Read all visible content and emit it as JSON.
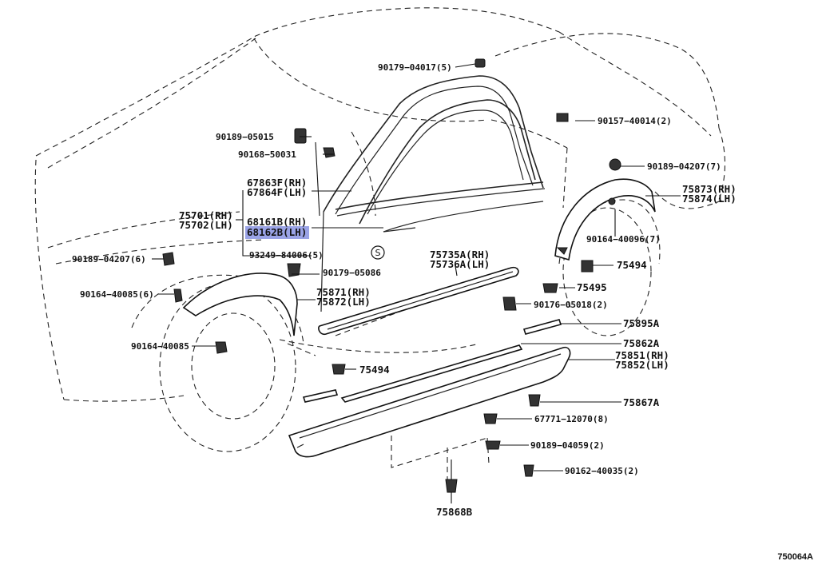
{
  "diagram": {
    "reference_code": "750064A",
    "symbol_s": "S",
    "highlight_color": "#9aa3e6",
    "labels": {
      "p90179_04017": "90179−04017(5)",
      "p90157_40014": "90157−40014(2)",
      "p90189_05015": "90189−05015",
      "p90168_50031": "90168−50031",
      "p90189_04207_7": "90189−04207(7)",
      "p67863F": "67863F(RH)",
      "p67864F": "67864F(LH)",
      "p75873": "75873(RH)",
      "p75874": "75874(LH)",
      "p75701": "75701(RH)",
      "p75702": "75702(LH)",
      "p68161B": "68161B(RH)",
      "p68162B": "68162B(LH)",
      "p90164_40096": "90164−40096(7)",
      "p90189_04207_6": "90189−04207(6)",
      "p93249_84006": "93249−84006(5)",
      "p75735A": "75735A(RH)",
      "p75736A": "75736A(LH)",
      "p75494_right": "75494",
      "p90179_05086": "90179−05086",
      "p75495": "75495",
      "p90164_40085_6": "90164−40085(6)",
      "p75871": "75871(RH)",
      "p75872": "75872(LH)",
      "p90176_05018": "90176−05018(2)",
      "p75895A": "75895A",
      "p90164_40085": "90164−40085",
      "p75862A": "75862A",
      "p75851": "75851(RH)",
      "p75852": "75852(LH)",
      "p75494_left": "75494",
      "p75867A": "75867A",
      "p67771_12070": "67771−12070(8)",
      "p90189_04059": "90189−04059(2)",
      "p90162_40035": "90162−40035(2)",
      "p75868B": "75868B"
    }
  }
}
